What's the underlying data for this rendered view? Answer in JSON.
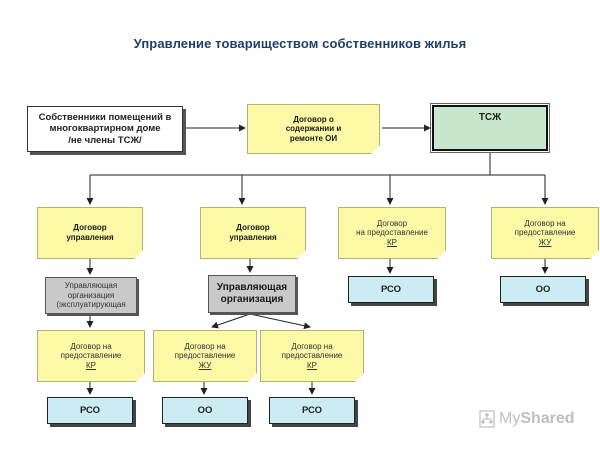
{
  "title": "Управление товариществом собственников жилья",
  "boxes": {
    "owners": [
      "Собственники помещений в",
      "многоквартирном доме",
      "/не члены ТСЖ/"
    ],
    "contract_oi": [
      "Договор о",
      "содержании и",
      "ремонте ОИ"
    ],
    "tszh": "ТСЖ",
    "mgmt1": [
      "Договор",
      "управления"
    ],
    "mgmt2": [
      "Договор",
      "управления"
    ],
    "kr_top": [
      "Договор",
      "на предоставление",
      "КР"
    ],
    "zhu_top": [
      "Договор на",
      "предоставление",
      "ЖУ"
    ],
    "org_expl": [
      "Управляющая",
      "организация",
      "(эксплуатирующая"
    ],
    "org_mgmt": [
      "Управляющая",
      "организация"
    ],
    "rso_top": "РСО",
    "oo_top": "ОО",
    "kr_left": [
      "Договор на",
      "предоставление",
      "КР"
    ],
    "zhu_mid": [
      "Договор на",
      "предоставление",
      "ЖУ"
    ],
    "kr_mid": [
      "Договор на",
      "предоставление",
      "КР"
    ],
    "rso_left": "РСО",
    "oo_mid": "ОО",
    "rso_mid": "РСО"
  },
  "watermark": {
    "icon": "people-hierarchy-icon",
    "text_light": "My",
    "text_bold": "Shared"
  }
}
